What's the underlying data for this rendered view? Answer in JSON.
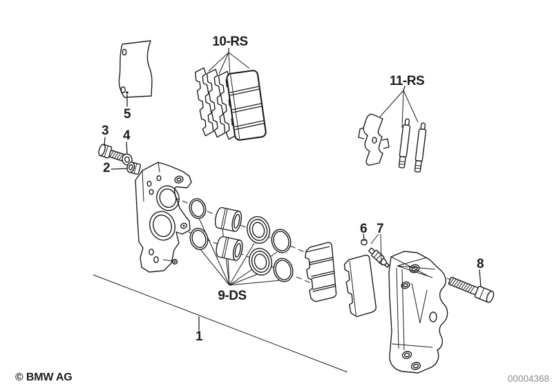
{
  "page": {
    "background": "#ffffff",
    "ink_color": "#1c1c1c",
    "muted_color": "#8c8c8c"
  },
  "callouts": {
    "part_1": "1",
    "part_2": "2",
    "part_3": "3",
    "part_4": "4",
    "part_5": "5",
    "part_6": "6",
    "part_7": "7",
    "part_8": "8",
    "group_9": "9-DS",
    "group_10": "10-RS",
    "group_11": "11-RS"
  },
  "footer": {
    "copyright": "© BMW AG",
    "image_number": "00004368"
  }
}
